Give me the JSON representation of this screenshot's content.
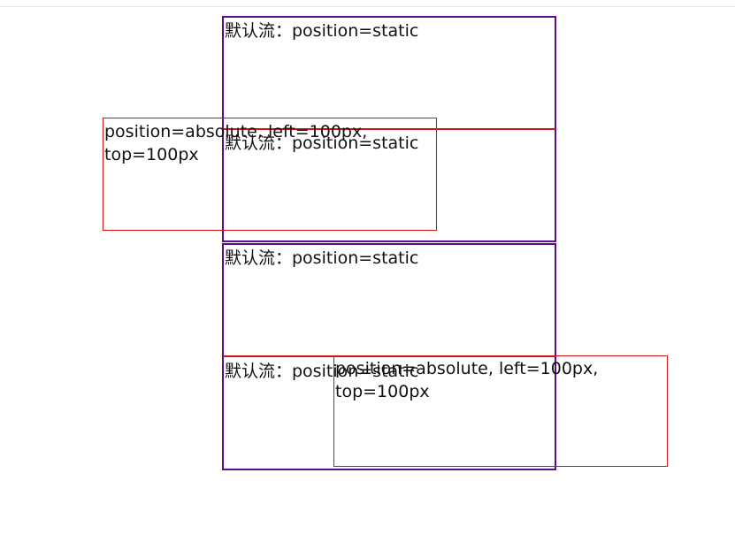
{
  "static_label": "默认流：position=static",
  "absolute_label": {
    "line1": "position=absolute, left=100px,",
    "line2": "top=100px"
  },
  "colors": {
    "outer_border": "#5b0a8a",
    "box_border": "#d41313",
    "background": "#ffffff"
  }
}
